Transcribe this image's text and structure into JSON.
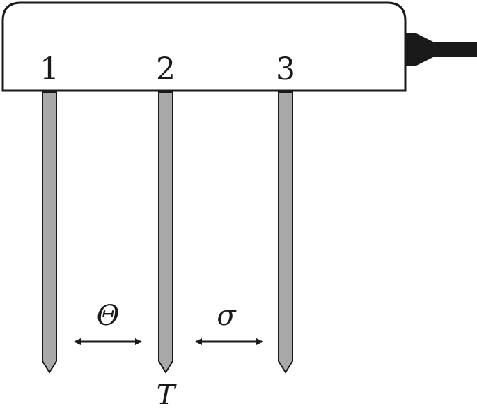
{
  "probes": [
    {
      "label": "1"
    },
    {
      "label": "2"
    },
    {
      "label": "3"
    }
  ],
  "spacing_labels": {
    "left": "Θ",
    "right": "σ"
  },
  "bottom_label": "T",
  "colors": {
    "outline": "#1a1a1a",
    "rod_fill": "#a9a9a9",
    "body_fill": "#ffffff",
    "cable": "#1a1a1a"
  }
}
